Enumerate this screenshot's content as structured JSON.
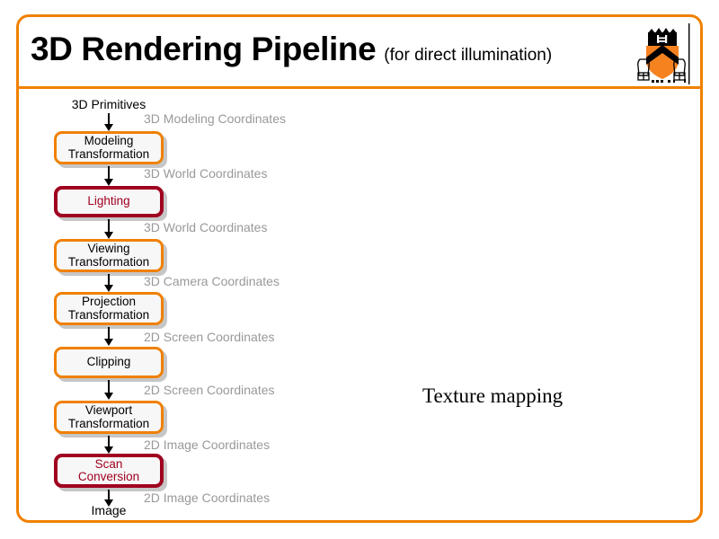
{
  "slide": {
    "title_main": "3D Rendering Pipeline",
    "title_sub": "(for direct illumination)",
    "logo_name": "princeton-shield-logo",
    "frame_color": "#F08000",
    "accent_orange": "#F08000",
    "accent_maroon": "#A00020",
    "coord_label_color": "#999999",
    "box_fill": "#F7F7F7"
  },
  "pipeline": {
    "input_label": "3D Primitives",
    "output_label": "Image",
    "stages": [
      {
        "name": "modeling-transformation",
        "label": "Modeling\nTransformation",
        "line1": "Modeling",
        "line2": "Transformation",
        "style": "orange"
      },
      {
        "name": "lighting",
        "label": "Lighting",
        "line1": "Lighting",
        "line2": "",
        "style": "maroon"
      },
      {
        "name": "viewing-transformation",
        "label": "Viewing\nTransformation",
        "line1": "Viewing",
        "line2": "Transformation",
        "style": "orange"
      },
      {
        "name": "projection-transformation",
        "label": "Projection\nTransformation",
        "line1": "Projection",
        "line2": "Transformation",
        "style": "orange"
      },
      {
        "name": "clipping",
        "label": "Clipping",
        "line1": "Clipping",
        "line2": "",
        "style": "orange"
      },
      {
        "name": "viewport-transformation",
        "label": "Viewport\nTransformation",
        "line1": "Viewport",
        "line2": "Transformation",
        "style": "orange"
      },
      {
        "name": "scan-conversion",
        "label": "Scan\nConversion",
        "line1": "Scan",
        "line2": "Conversion",
        "style": "maroon"
      }
    ],
    "coordinate_labels": [
      "3D Modeling Coordinates",
      "3D World Coordinates",
      "3D World Coordinates",
      "3D Camera Coordinates",
      "2D Screen Coordinates",
      "2D Screen Coordinates",
      "2D Image Coordinates",
      "2D Image Coordinates"
    ]
  },
  "note": {
    "text": "Texture mapping"
  }
}
